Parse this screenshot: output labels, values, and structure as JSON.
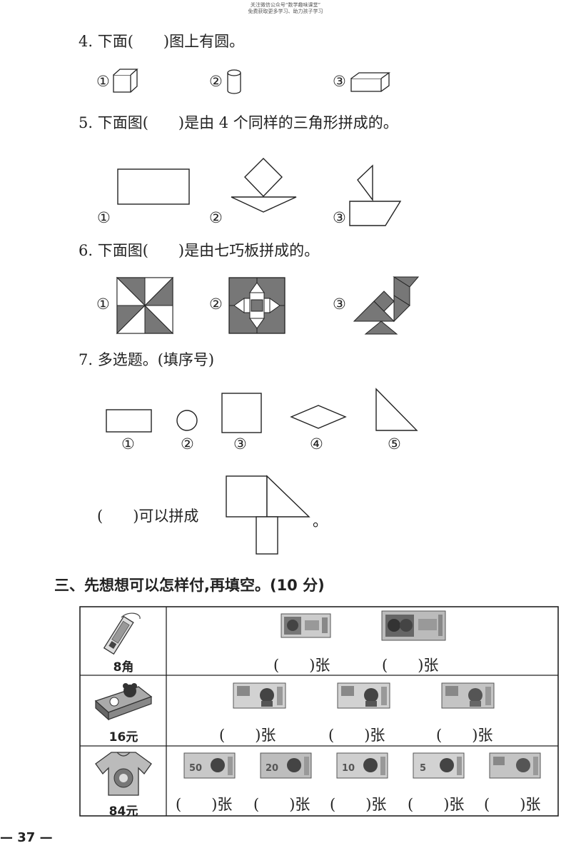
{
  "header_note": [
    "关注微信公众号“数学趣味课堂”",
    "免费获取更多学习、助力孩子学习"
  ],
  "questions": {
    "q4": {
      "text": "4. 下面(　　)图上有圆。",
      "options": [
        "①",
        "②",
        "③"
      ],
      "icons": [
        "cube-icon",
        "cylinder-icon",
        "cuboid-icon"
      ]
    },
    "q5": {
      "text": "5. 下面图(　　)是由 4 个同样的三角形拼成的。",
      "options": [
        "①",
        "②",
        "③"
      ]
    },
    "q6": {
      "text": "6. 下面图(　　)是由七巧板拼成的。",
      "options": [
        "①",
        "②",
        "③"
      ]
    },
    "q7": {
      "text": "7. 多选题。(填序号)",
      "options": [
        "①",
        "②",
        "③",
        "④",
        "⑤"
      ],
      "answer_line": "(　　)可以拼成",
      "end_mark": "。"
    }
  },
  "section3": {
    "title": "三、先想想可以怎样付,再填空。(10 分)",
    "rows": [
      {
        "price": "8角",
        "item_icon": "bookmark-icon",
        "blanks": [
          "(　　)张",
          "(　　)张"
        ]
      },
      {
        "price": "16元",
        "item_icon": "pencil-case-icon",
        "blanks": [
          "(　　)张",
          "(　　)张",
          "(　　)张"
        ]
      },
      {
        "price": "84元",
        "item_icon": "t-shirt-icon",
        "blanks": [
          "(　　)张",
          "(　　)张",
          "(　　)张",
          "(　　)张",
          "(　　)张"
        ]
      }
    ]
  },
  "page_number": "37",
  "footer_dashes": [
    "—",
    "—"
  ]
}
